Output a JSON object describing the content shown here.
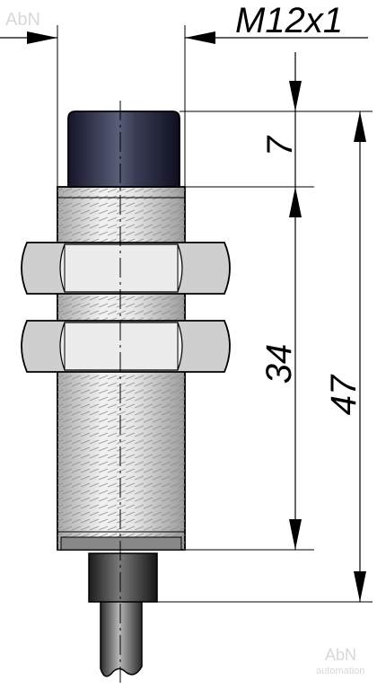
{
  "drawing": {
    "thread_label": "M12x1",
    "dim_head": "7",
    "dim_thread": "34",
    "dim_total": "47",
    "watermark_tl": "AbN",
    "watermark_br_top": "AbN",
    "watermark_br_bottom": "automation"
  },
  "colors": {
    "outline": "#000000",
    "head_dark": "#1c1c2e",
    "thread_body": "#dcdcdc",
    "nut": "#cfcfcf",
    "cable": "#5a5a5a"
  }
}
